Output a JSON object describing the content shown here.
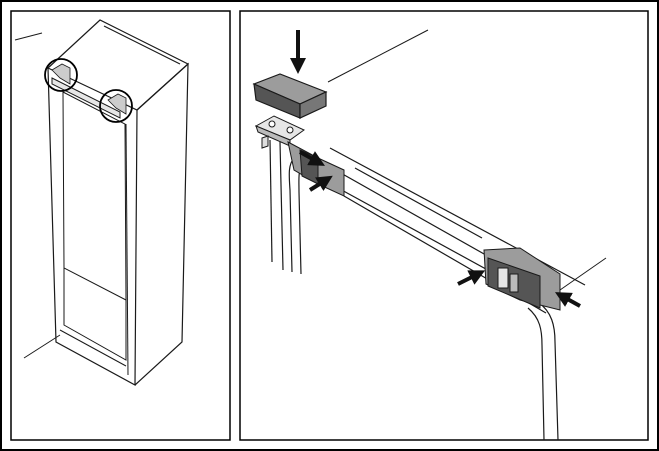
{
  "figure": {
    "colors": {
      "frame": "#000000",
      "line": "#1a1a1a",
      "panel_fill": "#ffffff",
      "shade_light": "#e6e6e6",
      "shade_mid": "#9c9c9c",
      "shade_dark": "#555555",
      "arrow": "#111111"
    },
    "left_panel": {
      "callout_circles": 2,
      "parts": [
        "cabinet-outline",
        "cabinet-inner-recess",
        "wall-line",
        "floor-line"
      ]
    },
    "right_panel": {
      "parts": [
        "hinge-cover-cap",
        "top-hinge-bracket",
        "door-top-edge",
        "door-frame-left",
        "door-frame-right",
        "sliding-latch-left",
        "sliding-latch-right"
      ],
      "arrows": [
        "arrow-press-down",
        "arrow-latch-left-in",
        "arrow-latch-left-out",
        "arrow-latch-right-in",
        "arrow-latch-right-out"
      ]
    }
  }
}
